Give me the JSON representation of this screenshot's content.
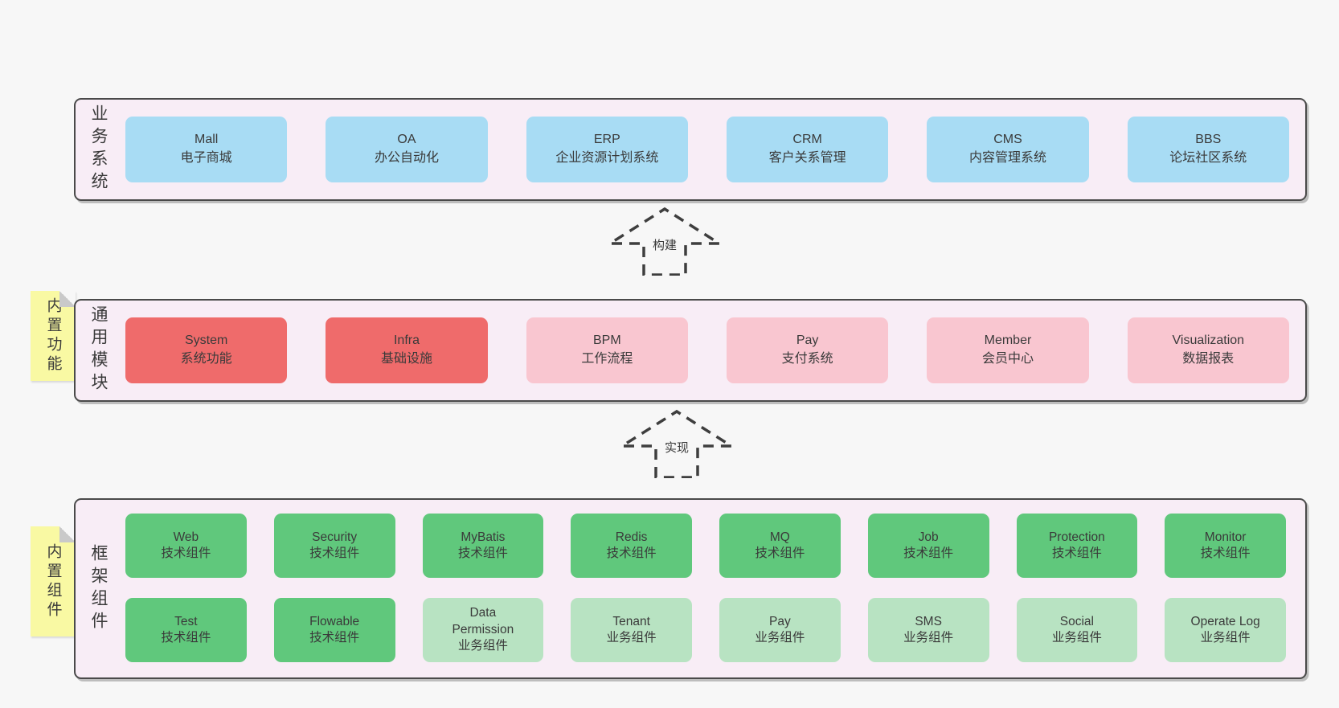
{
  "diagram": {
    "background": "#f7f7f7",
    "colors": {
      "panel_fill": "#f8edf6",
      "panel_border": "#4a4a4a",
      "business_box": "#a8dcf4",
      "core_module_box": "#ef6b6b",
      "optional_module_box": "#f9c6d0",
      "tech_component_box": "#60c87c",
      "biz_component_box": "#b8e3c2",
      "sticky_note": "#f9f9a3",
      "note_fold": "#c9c9c9",
      "text": "#3a3a3a",
      "arrow_stroke": "#3e3e3e"
    },
    "sections": {
      "business": {
        "label": "业务系统",
        "boxes": [
          {
            "en": "Mall",
            "zh": "电子商城"
          },
          {
            "en": "OA",
            "zh": "办公自动化"
          },
          {
            "en": "ERP",
            "zh": "企业资源计划系统"
          },
          {
            "en": "CRM",
            "zh": "客户关系管理"
          },
          {
            "en": "CMS",
            "zh": "内容管理系统"
          },
          {
            "en": "BBS",
            "zh": "论坛社区系统"
          }
        ]
      },
      "modules": {
        "label": "通用模块",
        "note": "内置功能",
        "boxes": [
          {
            "en": "System",
            "zh": "系统功能"
          },
          {
            "en": "Infra",
            "zh": "基础设施"
          },
          {
            "en": "BPM",
            "zh": "工作流程"
          },
          {
            "en": "Pay",
            "zh": "支付系统"
          },
          {
            "en": "Member",
            "zh": "会员中心"
          },
          {
            "en": "Visualization",
            "zh": "数据报表"
          }
        ]
      },
      "components": {
        "label": "框架组件",
        "note": "内置组件",
        "rows": [
          [
            {
              "en": "Web",
              "zh": "技术组件"
            },
            {
              "en": "Security",
              "zh": "技术组件"
            },
            {
              "en": "MyBatis",
              "zh": "技术组件"
            },
            {
              "en": "Redis",
              "zh": "技术组件"
            },
            {
              "en": "MQ",
              "zh": "技术组件"
            },
            {
              "en": "Job",
              "zh": "技术组件"
            },
            {
              "en": "Protection",
              "zh": "技术组件"
            },
            {
              "en": "Monitor",
              "zh": "技术组件"
            }
          ],
          [
            {
              "en": "Test",
              "zh": "技术组件"
            },
            {
              "en": "Flowable",
              "zh": "技术组件"
            },
            {
              "en": "Data\nPermission",
              "zh": "业务组件"
            },
            {
              "en": "Tenant",
              "zh": "业务组件"
            },
            {
              "en": "Pay",
              "zh": "业务组件"
            },
            {
              "en": "SMS",
              "zh": "业务组件"
            },
            {
              "en": "Social",
              "zh": "业务组件"
            },
            {
              "en": "Operate Log",
              "zh": "业务组件"
            }
          ]
        ]
      }
    },
    "arrows": {
      "build": {
        "label": "构建"
      },
      "implement": {
        "label": "实现"
      }
    }
  }
}
